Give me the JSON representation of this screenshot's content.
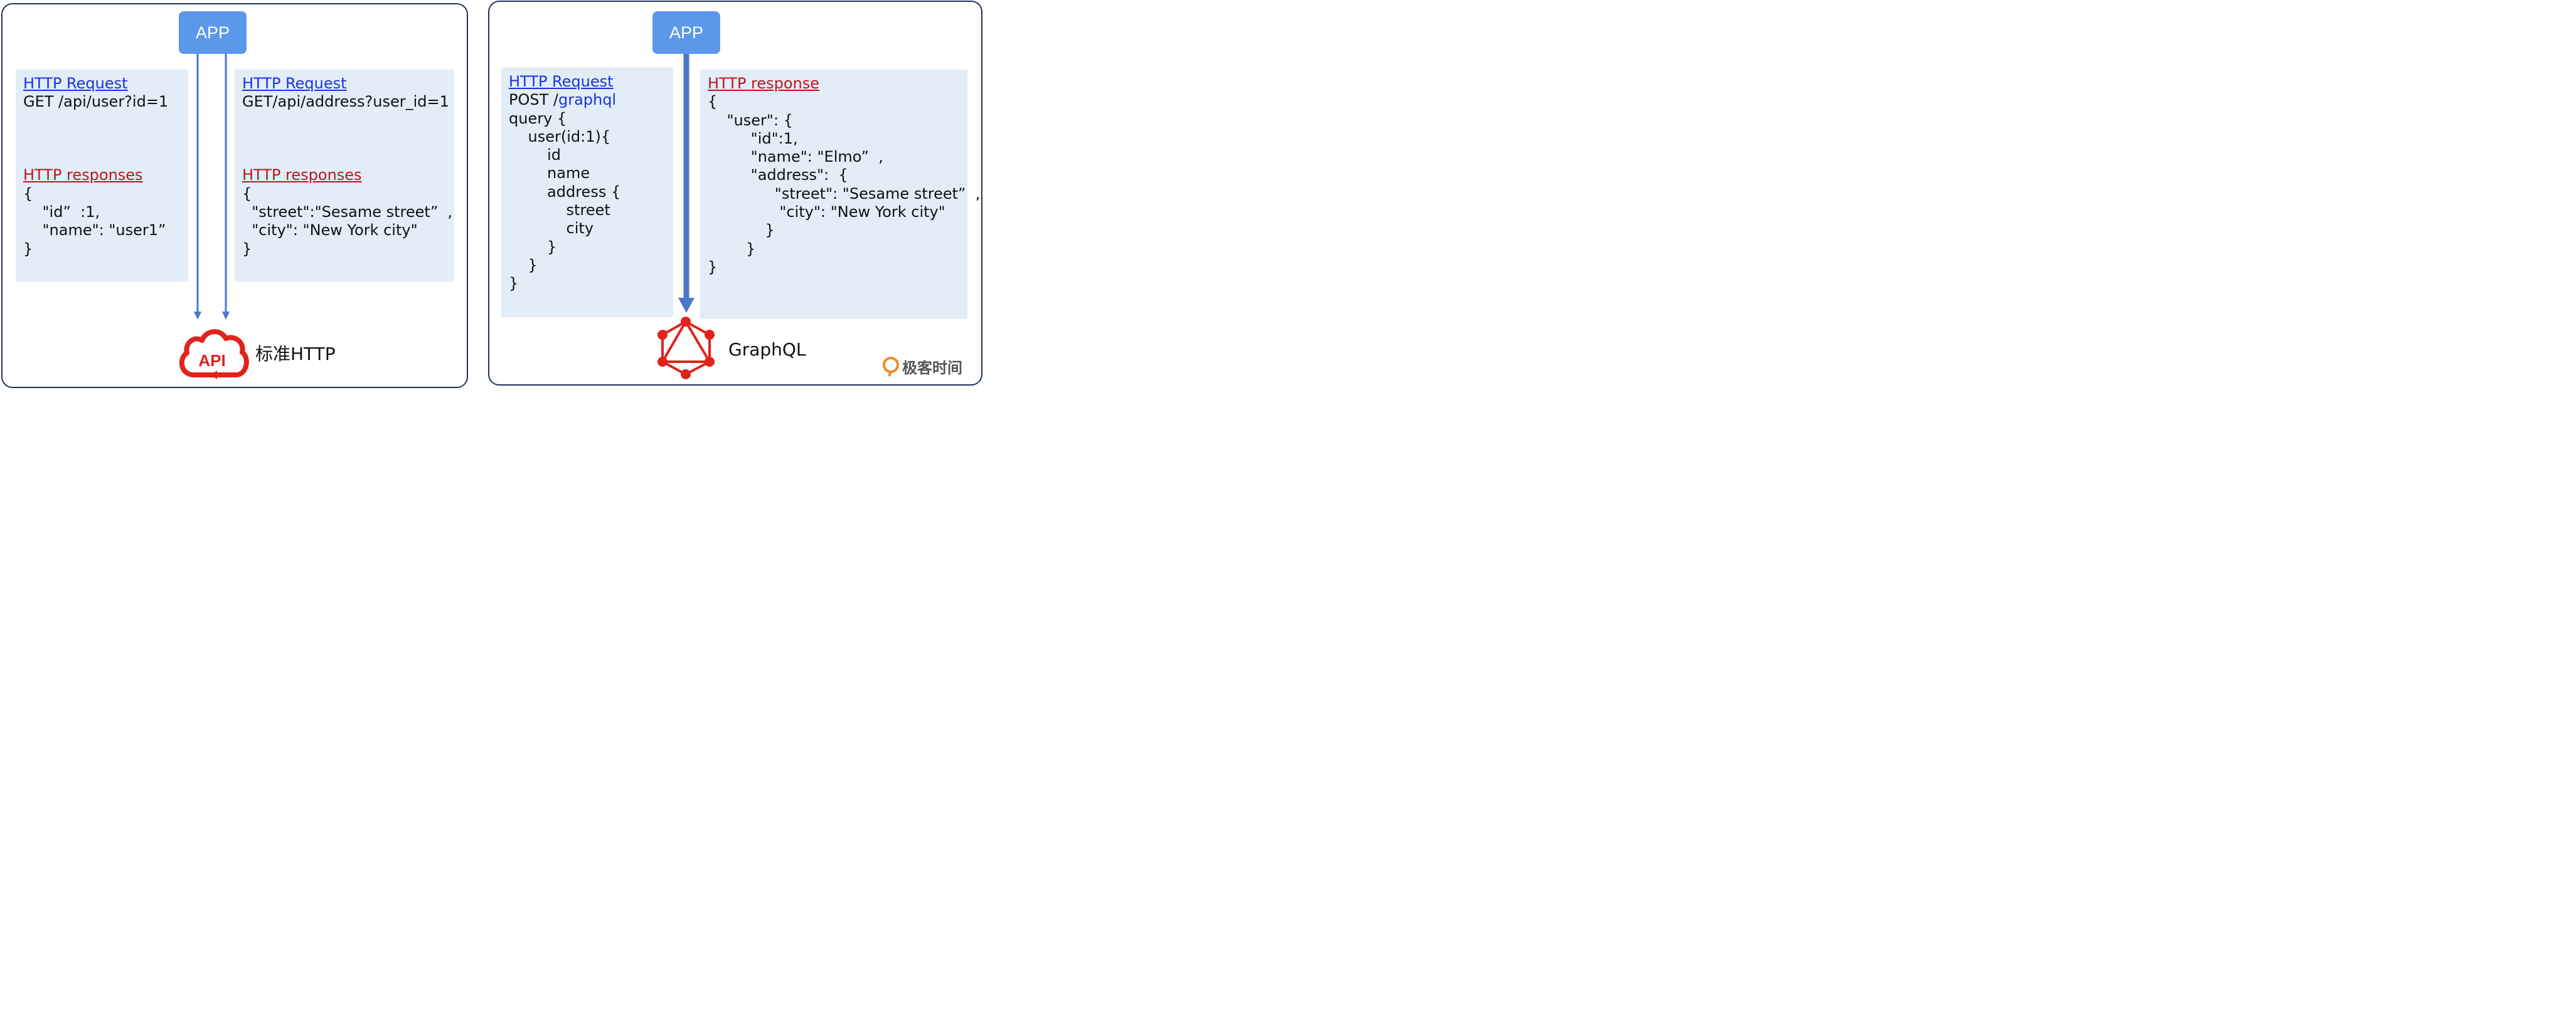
{
  "left": {
    "app_label": "APP",
    "req1": {
      "title": "HTTP Request",
      "request_line": "GET /api/user?id=1",
      "response_title": "HTTP responses",
      "response_lines": [
        "{",
        "    \"id”  :1,",
        "    \"name\": \"user1”",
        "}"
      ]
    },
    "req2": {
      "title": "HTTP Request",
      "request_line": "GET/api/address?user_id=1",
      "response_title": "HTTP responses",
      "response_lines": [
        "{",
        "  \"street\":\"Sesame street”  ,",
        "  \"city\": \"New York city\"",
        "}"
      ]
    },
    "icon_label": "API",
    "caption": "标准HTTP"
  },
  "right": {
    "app_label": "APP",
    "request": {
      "title": "HTTP Request",
      "method": "POST /",
      "path": "graphql",
      "query_lines": [
        "",
        "query {",
        "    user(id:1){",
        "        id",
        "        name",
        "        address {",
        "            street",
        "            city",
        "        }",
        "    }",
        "}"
      ]
    },
    "response": {
      "title": "HTTP response",
      "lines": [
        "",
        "{",
        "    \"user\": {",
        "         \"id\":1,",
        "         \"name\": \"Elmo”  ,",
        "         \"address\":  {",
        "              \"street\": \"Sesame street”  ,",
        "               \"city\": \"New York city\"",
        "            }",
        "        }",
        "}"
      ]
    },
    "caption": "GraphQL"
  },
  "watermark": "极客时间",
  "colors": {
    "panel_border": "#1f3358",
    "app_fill": "#5b98ea",
    "box_fill": "#e2edf8",
    "arrow": "#4a78c8",
    "request_title": "#1a33e0",
    "response_title": "#c0141b",
    "logo_red": "#e0231b"
  }
}
